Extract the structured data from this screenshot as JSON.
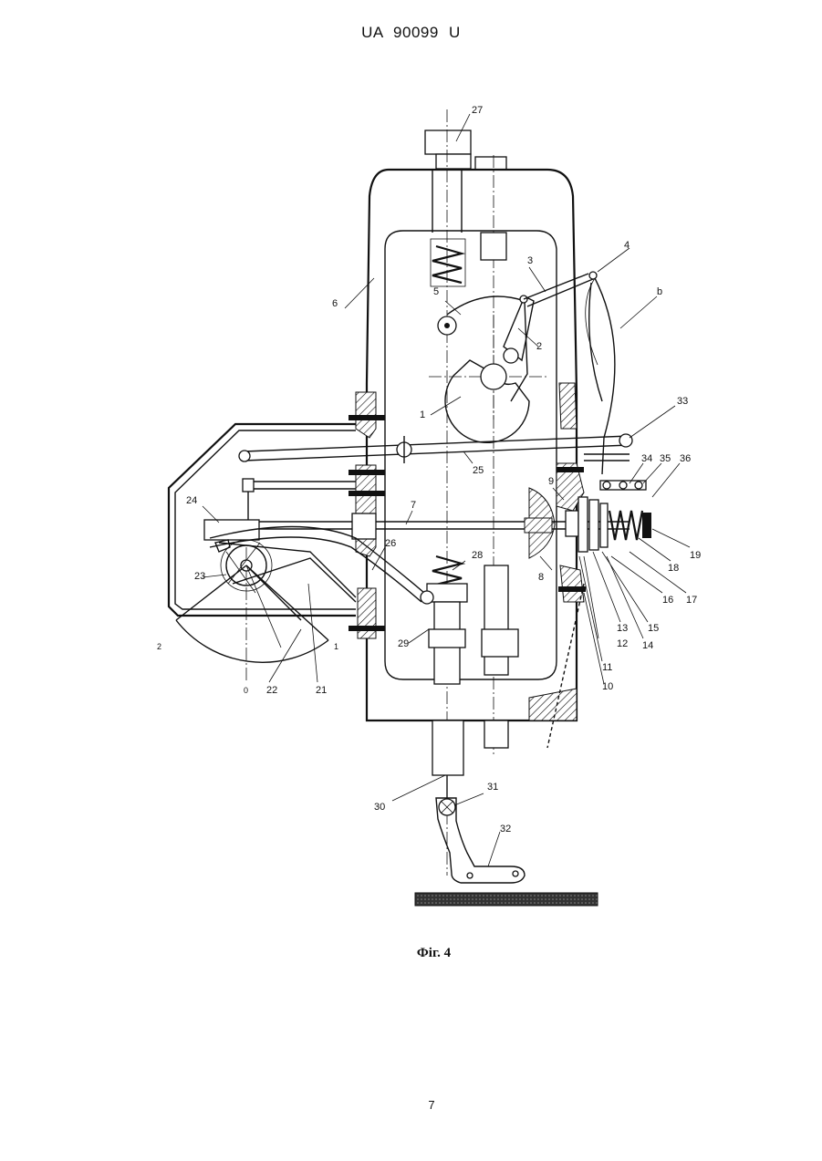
{
  "header": {
    "text": "UA   90099   U"
  },
  "figure": {
    "caption": "Фіг. 4",
    "labels": [
      {
        "id": "l27",
        "text": "27"
      },
      {
        "id": "l4",
        "text": "4"
      },
      {
        "id": "l3",
        "text": "3"
      },
      {
        "id": "lb",
        "text": "b"
      },
      {
        "id": "l6",
        "text": "6"
      },
      {
        "id": "l5",
        "text": "5"
      },
      {
        "id": "l2",
        "text": "2"
      },
      {
        "id": "l1",
        "text": "1"
      },
      {
        "id": "l33",
        "text": "33"
      },
      {
        "id": "l25",
        "text": "25"
      },
      {
        "id": "l34",
        "text": "34"
      },
      {
        "id": "l35",
        "text": "35"
      },
      {
        "id": "l36",
        "text": "36"
      },
      {
        "id": "l9",
        "text": "9"
      },
      {
        "id": "l24",
        "text": "24"
      },
      {
        "id": "l7",
        "text": "7"
      },
      {
        "id": "l19",
        "text": "19"
      },
      {
        "id": "l18",
        "text": "18"
      },
      {
        "id": "l23",
        "text": "23"
      },
      {
        "id": "l26",
        "text": "26"
      },
      {
        "id": "l28",
        "text": "28"
      },
      {
        "id": "l8",
        "text": "8"
      },
      {
        "id": "l16",
        "text": "16"
      },
      {
        "id": "l17",
        "text": "17"
      },
      {
        "id": "l13",
        "text": "13"
      },
      {
        "id": "l15",
        "text": "15"
      },
      {
        "id": "l12",
        "text": "12"
      },
      {
        "id": "l14",
        "text": "14"
      },
      {
        "id": "l11",
        "text": "11"
      },
      {
        "id": "l29",
        "text": "29"
      },
      {
        "id": "l10",
        "text": "10"
      },
      {
        "id": "l22",
        "text": "22"
      },
      {
        "id": "l21",
        "text": "21"
      },
      {
        "id": "l30",
        "text": "30"
      },
      {
        "id": "l31",
        "text": "31"
      },
      {
        "id": "l32",
        "text": "32"
      },
      {
        "id": "a2",
        "text": "2"
      },
      {
        "id": "a1",
        "text": "1"
      },
      {
        "id": "a0",
        "text": "0"
      }
    ]
  },
  "footer": {
    "page_number": "7"
  }
}
